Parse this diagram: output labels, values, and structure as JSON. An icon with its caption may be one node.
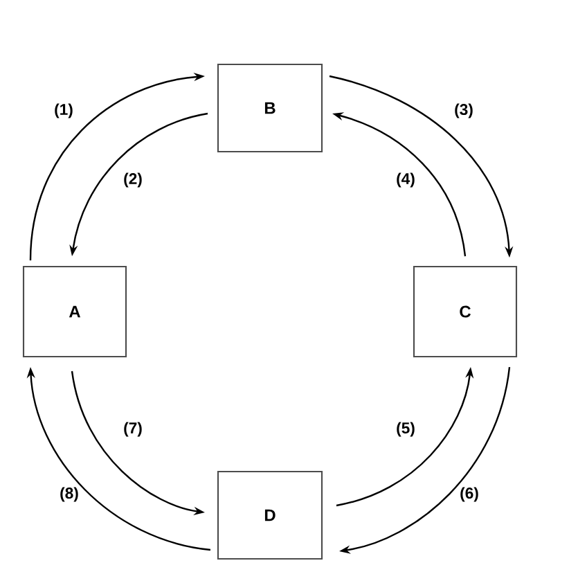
{
  "diagram": {
    "nodes": [
      {
        "text": [
          "B"
        ]
      },
      {
        "text": [
          "A"
        ]
      },
      {
        "text": [
          "C"
        ]
      },
      {
        "text": [
          "D"
        ]
      }
    ],
    "edges": [
      {
        "from": 1,
        "to": 0,
        "arrow": "to",
        "label": "(1)"
      },
      {
        "from": 0,
        "to": 1,
        "arrow": "to",
        "label": "(2)"
      },
      {
        "from": 0,
        "to": 2,
        "arrow": "to",
        "label": "(3)"
      },
      {
        "from": 2,
        "to": 0,
        "arrow": "to",
        "label": "(4)"
      },
      {
        "from": 3,
        "to": 2,
        "arrow": "to",
        "label": "(5)"
      },
      {
        "from": 2,
        "to": 3,
        "arrow": "to",
        "label": "(6)"
      },
      {
        "from": 1,
        "to": 3,
        "arrow": "to",
        "label": "(7)"
      },
      {
        "from": 3,
        "to": 1,
        "arrow": "to",
        "label": "(8)"
      }
    ]
  }
}
